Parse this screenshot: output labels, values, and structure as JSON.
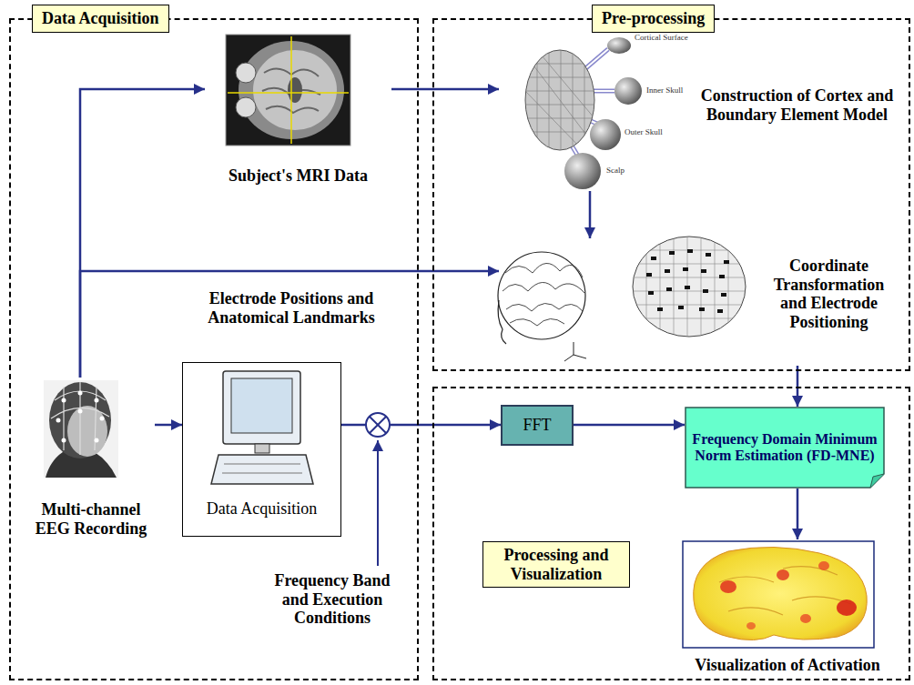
{
  "diagram": {
    "nodes": [
      {
        "text": [
          "Data Acquisition"
        ]
      },
      {
        "text": [
          "Subject's MRI Data"
        ],
        "in": 0
      },
      {
        "text": [
          "Multi-channel EEG Recording"
        ],
        "in": 0
      },
      {
        "text": [
          "Data Acquisition"
        ],
        "in": 0
      },
      {
        "text": [
          "Pre-processing"
        ]
      },
      {
        "text": [
          "Construction of Cortex and Boundary Element Model"
        ],
        "in": 4
      },
      {
        "text": [
          "Coordinate Transformation and Electrode Positioning"
        ],
        "in": 4
      },
      {
        "text": [
          "Processing and Visualization"
        ]
      },
      {
        "text": [
          "FFT"
        ],
        "in": 7
      },
      {
        "text": [
          "Frequency Domain Minimum Norm Estimation (FD-MNE)"
        ],
        "in": 7
      },
      {
        "text": [
          "Visualization of Activation"
        ],
        "in": 7
      }
    ],
    "edges": [
      {
        "from": 2,
        "to": 1,
        "arrow": "to"
      },
      {
        "from": 2,
        "to": 6,
        "arrow": "to"
      },
      {
        "from": 1,
        "to": 5,
        "arrow": "to"
      },
      {
        "from": 2,
        "to": 3,
        "arrow": "to"
      },
      {
        "from": 3,
        "to": 8,
        "arrow": "to"
      },
      {
        "from": 8,
        "to": 9,
        "arrow": "to"
      },
      {
        "from": 5,
        "to": 6,
        "arrow": "to"
      },
      {
        "from": 6,
        "to": 9,
        "arrow": "to"
      },
      {
        "from": 9,
        "to": 10,
        "arrow": "to"
      }
    ],
    "labels": [
      "Electrode Positions and Anatomical Landmarks",
      "Frequency Band and Execution Conditions",
      "Cortical Surface",
      "Inner Skull",
      "Outer Skull",
      "Scalp"
    ]
  }
}
